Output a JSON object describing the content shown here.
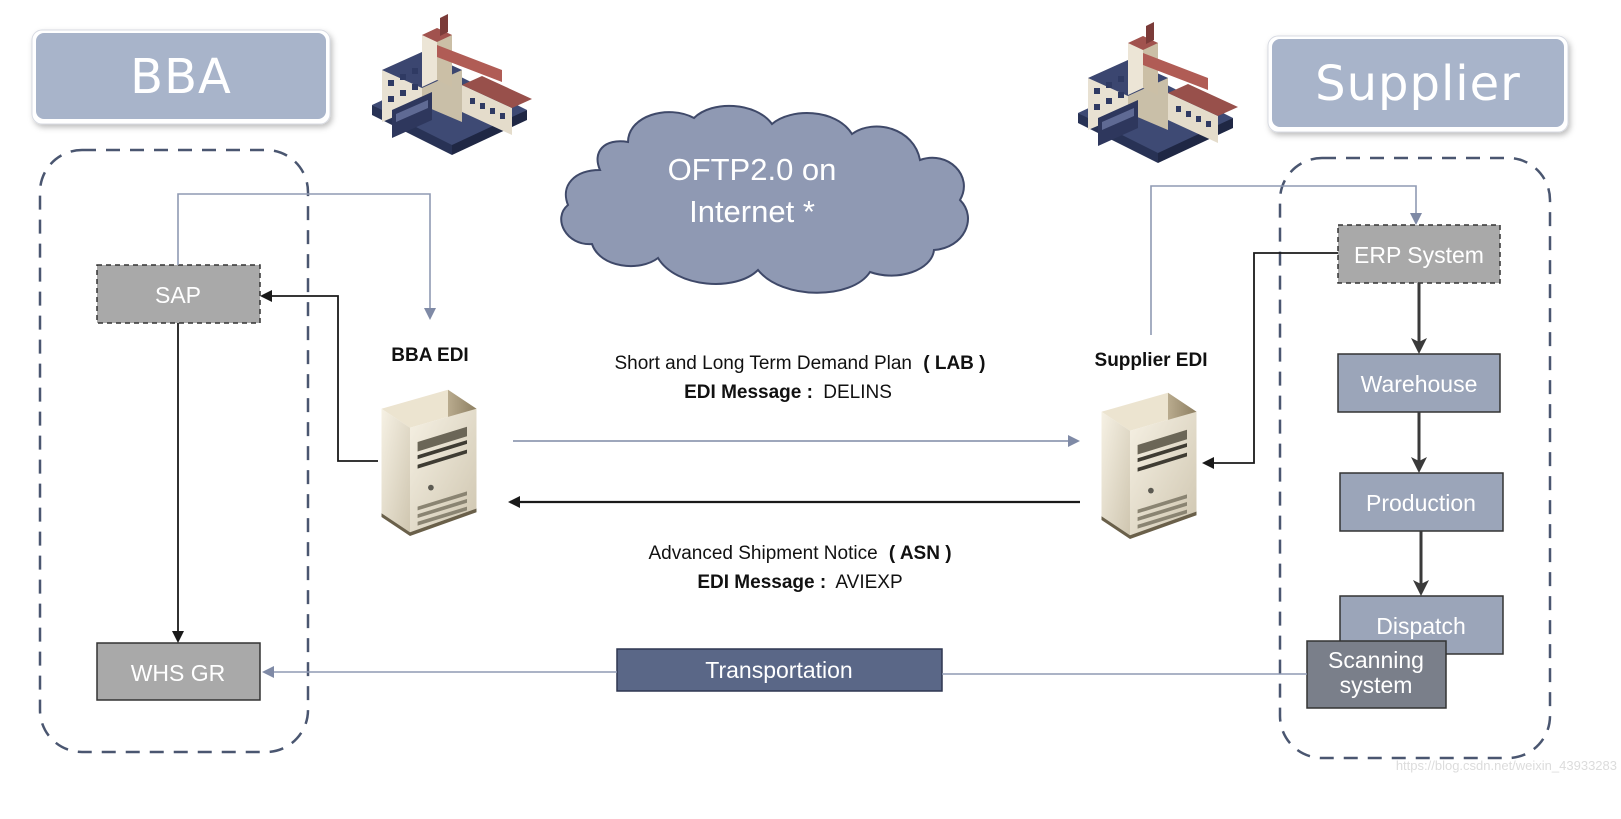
{
  "bba": {
    "title": "BBA",
    "sap_label": "SAP",
    "whs_label": "WHS GR",
    "edi_label": "BBA EDI"
  },
  "supplier": {
    "title": "Supplier",
    "edi_label": "Supplier EDI",
    "erp_label": "ERP System",
    "warehouse_label": "Warehouse",
    "production_label": "Production",
    "dispatch_label": "Dispatch",
    "scanning_line1": "Scanning",
    "scanning_line2": "system"
  },
  "cloud": {
    "line1": "OFTP2.0 on",
    "line2": "Internet *"
  },
  "messages": {
    "lab": {
      "text": "Short and Long Term Demand Plan",
      "code": "( LAB )",
      "edi_prefix": "EDI Message :",
      "edi_value": "DELINS"
    },
    "asn": {
      "text": "Advanced Shipment Notice",
      "code": "( ASN )",
      "edi_prefix": "EDI Message :",
      "edi_value": "AVIEXP"
    }
  },
  "transport": {
    "label": "Transportation"
  },
  "watermark": "https://blog.csdn.net/weixin_43933283",
  "icons": [
    "factory-icon",
    "server-icon",
    "cloud-icon"
  ],
  "colors": {
    "title_bg": "#a8b4ca",
    "gray_box": "#a9a9a9",
    "supplier_box": "#9ba5b9",
    "transport_bg": "#5a6787",
    "dashed_border": "#4a5670",
    "cloud_fill": "#8f99b3",
    "light_line": "#8f9ab3"
  }
}
